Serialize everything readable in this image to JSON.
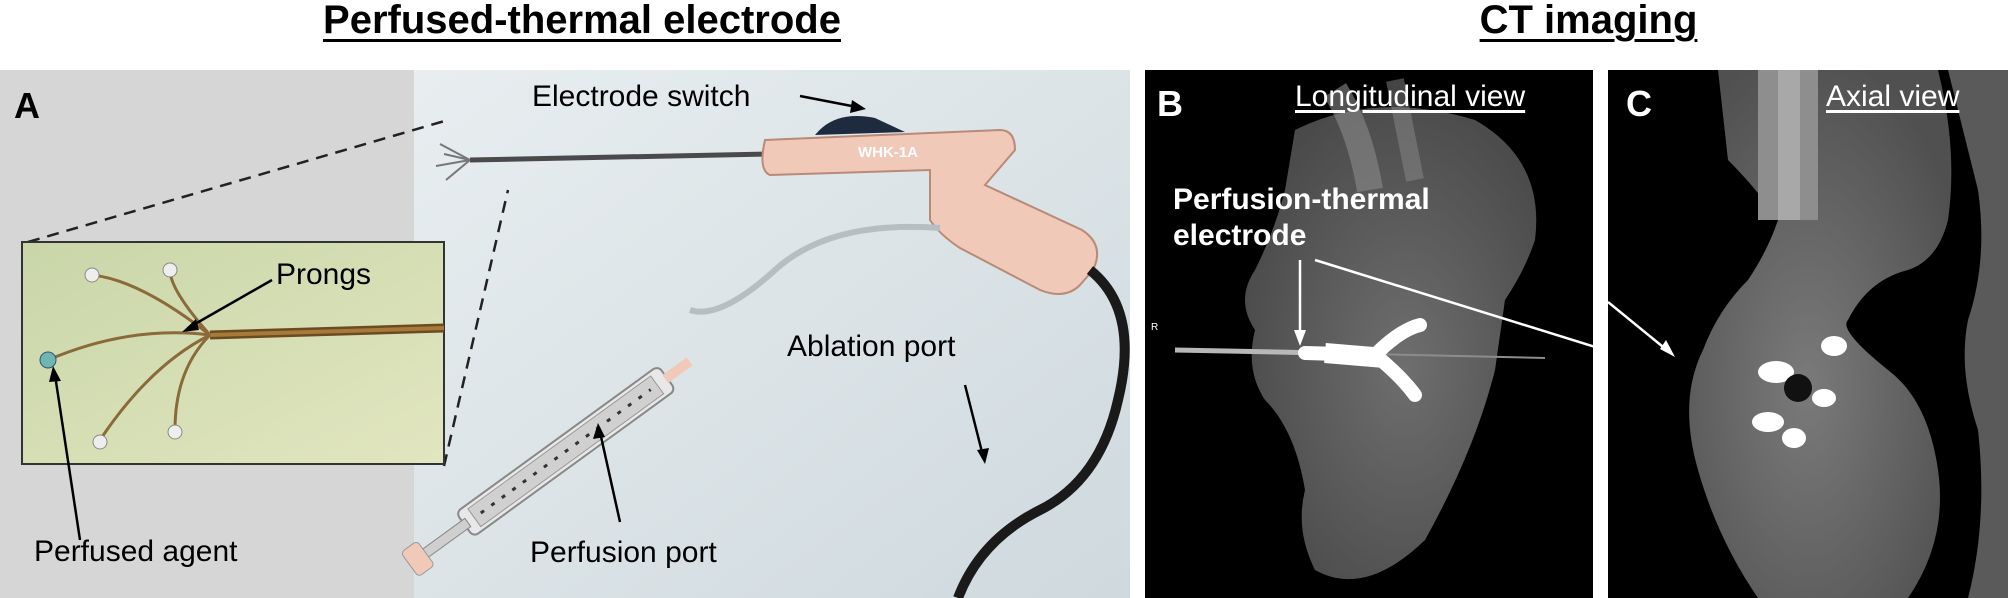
{
  "headers": {
    "left": "Perfused-thermal electrode",
    "right": "CT imaging"
  },
  "panel_a": {
    "label": "A",
    "annotations": {
      "electrode_switch": "Electrode switch",
      "prongs": "Prongs",
      "ablation_port": "Ablation port",
      "perfused_agent": "Perfused agent",
      "perfusion_port": "Perfusion port"
    },
    "device_text": "WHK-1A"
  },
  "panel_b": {
    "label": "B",
    "view": "Longitudinal view",
    "annotation": "Perfusion-thermal electrode",
    "marker": "R"
  },
  "panel_c": {
    "label": "C",
    "view": "Axial view"
  }
}
